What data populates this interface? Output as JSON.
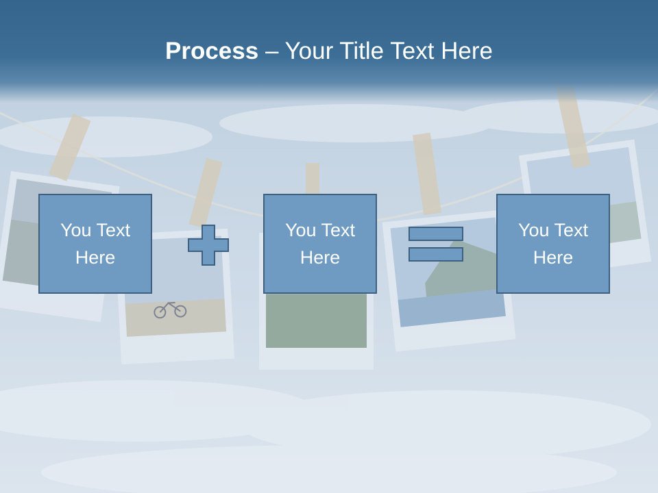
{
  "title": {
    "bold": "Process",
    "rest": " – Your Title Text Here"
  },
  "boxes": [
    {
      "label": "You Text Here"
    },
    {
      "label": "You Text Here"
    },
    {
      "label": "You Text Here"
    }
  ],
  "operators": {
    "plus": "plus-sign",
    "equals": "equals-sign"
  },
  "colors": {
    "title_band": "#3d6e96",
    "box_fill": "#6f9bc2",
    "box_border": "#3d5f80",
    "sky": "#c6d5e3"
  }
}
